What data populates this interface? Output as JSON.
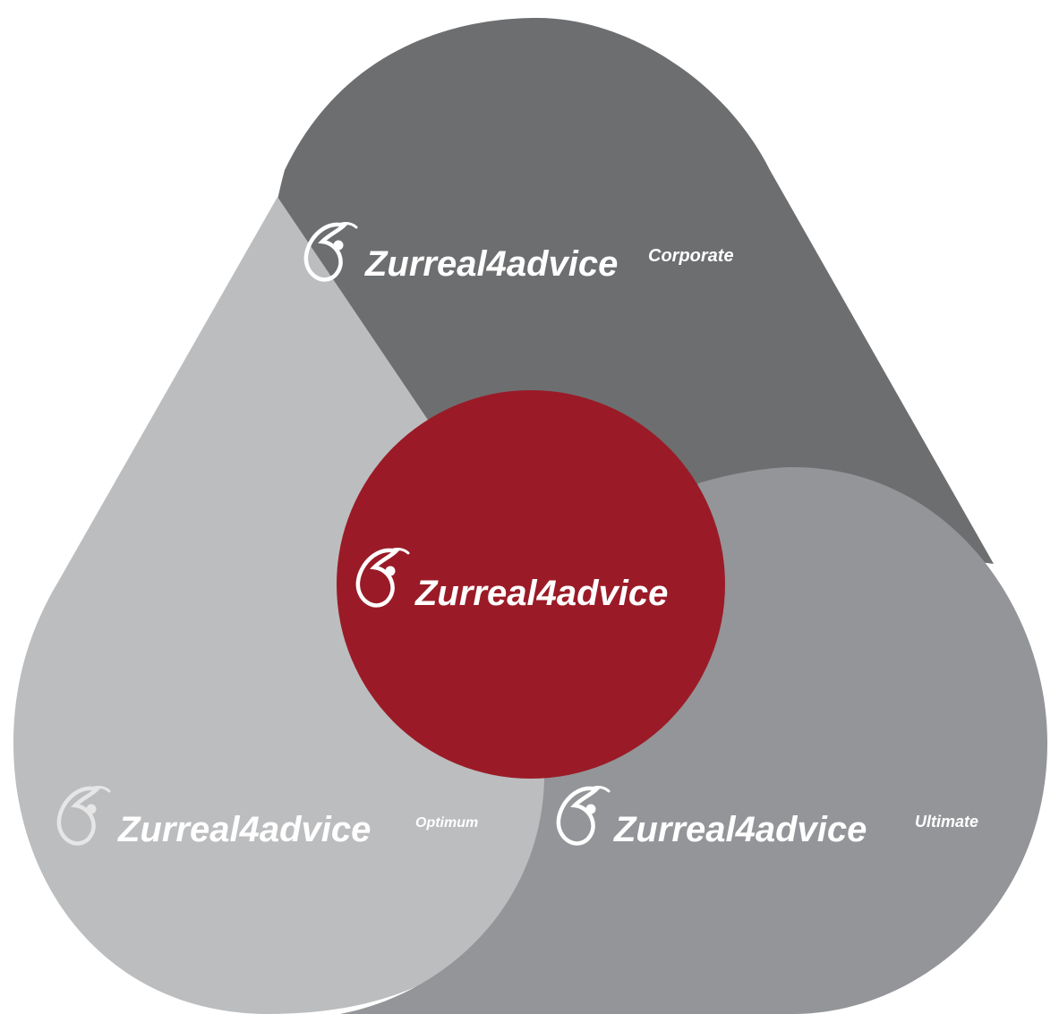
{
  "diagram": {
    "colors": {
      "background": "#ffffff",
      "corporate": "#6d6e70",
      "ultimate": "#939598",
      "optimum": "#bcbdbf",
      "core": "#9a1b27",
      "logo_text": "#ffffff",
      "logo_text_optimum": "#e6e6e7"
    },
    "core": {
      "name": "Zurreal4advice",
      "icon": "person-swoosh-icon"
    },
    "tiers": [
      {
        "name": "Zurreal4advice",
        "suffix": "Corporate",
        "icon": "person-swoosh-icon"
      },
      {
        "name": "Zurreal4advice",
        "suffix": "Ultimate",
        "icon": "person-swoosh-icon"
      },
      {
        "name": "Zurreal4advice",
        "suffix": "Optimum",
        "icon": "person-swoosh-icon"
      }
    ]
  }
}
